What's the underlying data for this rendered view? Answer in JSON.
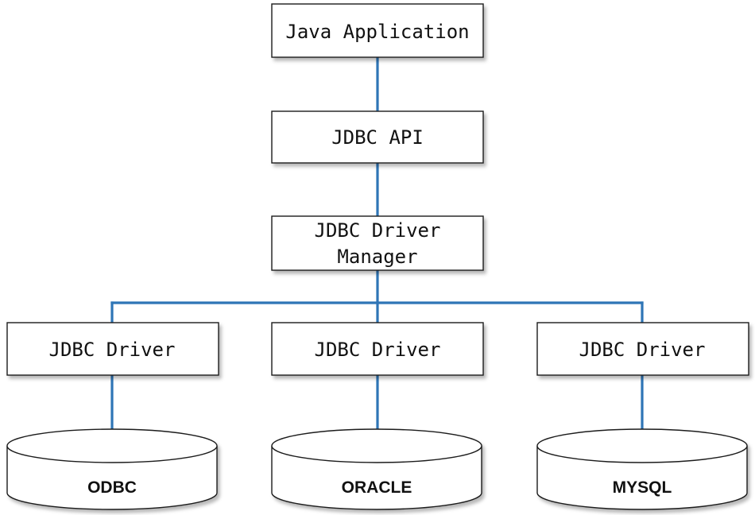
{
  "diagram": {
    "java_application": "Java Application",
    "jdbc_api": "JDBC API",
    "driver_manager": {
      "line1": "JDBC Driver",
      "line2": "Manager"
    },
    "drivers": [
      {
        "label": "JDBC Driver"
      },
      {
        "label": "JDBC Driver"
      },
      {
        "label": "JDBC Driver"
      }
    ],
    "databases": [
      {
        "label": "ODBC"
      },
      {
        "label": "ORACLE"
      },
      {
        "label": "MYSQL"
      }
    ]
  },
  "colors": {
    "connector": "#2e75b6",
    "box_border": "#1a1a1a"
  }
}
